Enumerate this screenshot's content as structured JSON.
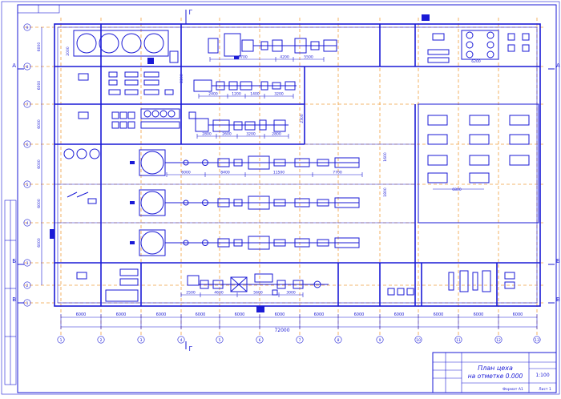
{
  "colors": {
    "ink": "#1a1ad6",
    "axis": "#f0a040",
    "paper": "#ffffff"
  },
  "column_axes": [
    "1",
    "2",
    "3",
    "4",
    "5",
    "6",
    "7",
    "8",
    "9",
    "10",
    "11",
    "12",
    "13"
  ],
  "row_axes": [
    "9",
    "8",
    "7",
    "6",
    "5",
    "4",
    "3",
    "2",
    "1"
  ],
  "span_dims": [
    "6000",
    "6000",
    "6000",
    "6000",
    "6000",
    "6000",
    "6000",
    "6000",
    "6000",
    "6000",
    "6000",
    "6000"
  ],
  "total_dim": "72000",
  "left_dims": [
    "6000",
    "6000",
    "6000",
    "6000",
    "6000",
    "6000"
  ],
  "section_marks": {
    "top": "Г",
    "bottom": "Г",
    "a_left": "А",
    "a_right": "А",
    "b_left": "Б",
    "b_right": "Б",
    "v_left": "В",
    "v_right": "В"
  },
  "line_dims": {
    "line1": [
      "9700",
      "4200",
      "5500"
    ],
    "line2": [
      "2400",
      "1200",
      "1400",
      "3200"
    ],
    "line3": [
      "2800",
      "2600",
      "3200",
      "2800"
    ],
    "line4": [
      "6000",
      "8400",
      "11500",
      "7700"
    ],
    "line7": [
      "2500",
      "4600",
      "5600",
      "3000"
    ],
    "side": [
      "2200",
      "6200",
      "2000",
      "2300",
      "1600",
      "1800",
      "6800"
    ]
  },
  "title_block": {
    "title_line1": "План цеха",
    "title_line2": "на отметке 0.000",
    "scale": "1:100",
    "sheet_label": "Лист 1",
    "format": "Формат А1"
  }
}
